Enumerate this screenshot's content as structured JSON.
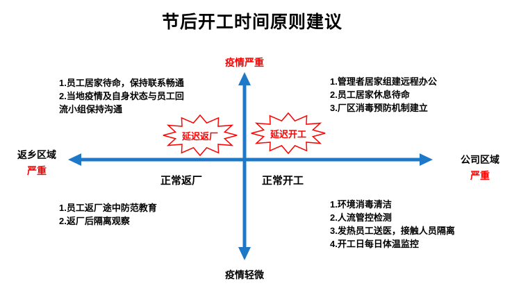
{
  "title": "节后开工时间原则建议",
  "colors": {
    "axis": "#1E78C8",
    "red": "#FF0000",
    "ink": "#000000"
  },
  "axes": {
    "top_label": "疫情严重",
    "bottom_label": "疫情轻微",
    "left_label_line1": "返乡区域",
    "left_label_line2": "严重",
    "right_label_line1": "公司区域",
    "right_label_line2": "严重"
  },
  "bursts": {
    "left": "延迟返厂",
    "right": "延迟开工"
  },
  "center_labels": {
    "left": "正常返厂",
    "right": "正常开工"
  },
  "quadrants": {
    "top_left": [
      "1.员工居家待命，保持联系畅通",
      "2.当地疫情及自身状态与员工回",
      "流小组保持沟通"
    ],
    "top_right": [
      "1.管理者居家组建远程办公",
      "2.员工居家休息待命",
      "3.厂区消毒预防机制建立"
    ],
    "bottom_left": [
      "1.员工返厂途中防范教育",
      "2.返厂后隔离观察"
    ],
    "bottom_right": [
      "1.环境消毒清洁",
      "2.人流管控检测",
      "3.发热员工送医，接触人员隔离",
      "4.开工日每日体温监控"
    ]
  }
}
